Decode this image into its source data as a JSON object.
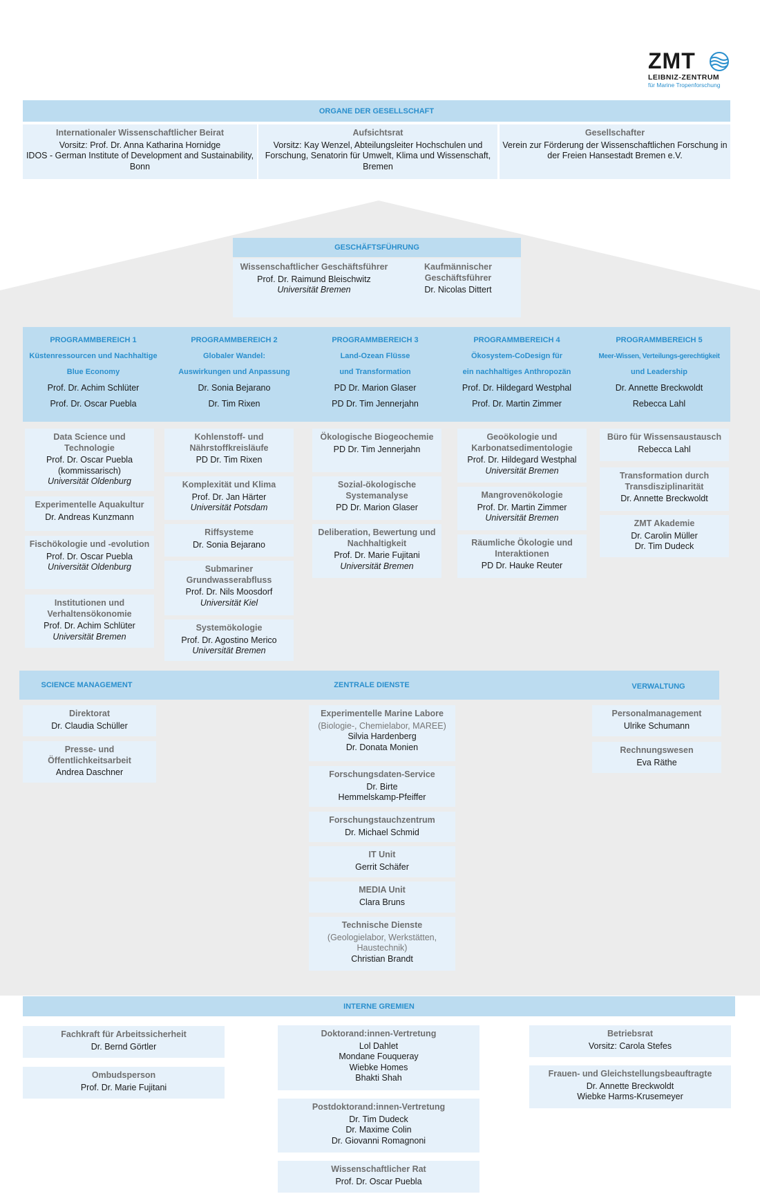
{
  "logo": {
    "abbr": "ZMT",
    "line1": "LEIBNIZ-ZENTRUM",
    "line2": "für Marine Tropenforschung"
  },
  "organe": {
    "header": "ORGANE DER GESELLSCHAFT",
    "boxes": [
      {
        "title": "Internationaler Wissenschaftlicher Beirat",
        "lines": [
          "Vorsitz: Prof. Dr. Anna Katharina Hornidge",
          "IDOS - German Institute of Development and Sustainability, Bonn"
        ]
      },
      {
        "title": "Aufsichtsrat",
        "lines": [
          "Vorsitz: Kay Wenzel, Abteilungsleiter Hochschulen und Forschung, Senatorin für Umwelt, Klima und Wissenschaft, Bremen"
        ]
      },
      {
        "title": "Gesellschafter",
        "lines": [
          "Verein zur Förderung der Wissenschaftlichen Forschung in der Freien Hansestadt Bremen e.V."
        ]
      }
    ]
  },
  "gf": {
    "header": "GESCHÄFTSFÜHRUNG",
    "left": {
      "title": "Wissenschaftlicher Geschäftsführer",
      "name": "Prof. Dr. Raimund Bleischwitz",
      "org": "Universität Bremen"
    },
    "right": {
      "title": "Kaufmännischer Geschäftsführer",
      "name": "Dr. Nicolas Dittert"
    }
  },
  "programs": [
    {
      "label": "PROGRAMMBEREICH 1",
      "t1": "Küstenressourcen und Nachhaltige",
      "t2": "Blue Economy",
      "n1": "Prof. Dr. Achim Schlüter",
      "n2": "Prof. Dr. Oscar Puebla"
    },
    {
      "label": "PROGRAMMBEREICH 2",
      "t1": "Globaler Wandel:",
      "t2": "Auswirkungen und Anpassung",
      "n1": "Dr. Sonia Bejarano",
      "n2": "Dr. Tim Rixen"
    },
    {
      "label": "PROGRAMMBEREICH 3",
      "t1": "Land-Ozean Flüsse",
      "t2": "und Transformation",
      "n1": "PD Dr. Marion Glaser",
      "n2": "PD Dr. Tim Jennerjahn"
    },
    {
      "label": "PROGRAMMBEREICH 4",
      "t1": "Ökosystem-CoDesign für",
      "t2": "ein nachhaltiges Anthropozän",
      "n1": "Prof. Dr. Hildegard Westphal",
      "n2": "Prof. Dr. Martin Zimmer"
    },
    {
      "label": "PROGRAMMBEREICH 5",
      "t1": "Meer-Wissen, Verteilungs-gerechtigkeit",
      "t2": "und Leadership",
      "n1": "Dr. Annette Breckwoldt",
      "n2": "Rebecca Lahl"
    }
  ],
  "groups": {
    "c1": [
      {
        "title": "Data Science und Technologie",
        "lines": [
          "Prof. Dr. Oscar Puebla",
          "(kommissarisch)"
        ],
        "org": "Universität Oldenburg"
      },
      {
        "title": "Experimentelle Aquakultur",
        "lines": [
          "Dr. Andreas Kunzmann"
        ]
      },
      {
        "title": "Fischökologie und -evolution",
        "lines": [
          "Prof. Dr. Oscar Puebla"
        ],
        "org": "Universität Oldenburg"
      },
      {
        "title": "Institutionen und Verhaltensökonomie",
        "lines": [
          "Prof. Dr. Achim Schlüter"
        ],
        "org": "Universität Bremen"
      }
    ],
    "c2": [
      {
        "title": "Kohlenstoff- und Nährstoffkreisläufe",
        "lines": [
          "PD Dr. Tim Rixen"
        ]
      },
      {
        "title": "Komplexität und Klima",
        "lines": [
          "Prof. Dr. Jan Härter"
        ],
        "org": "Universität Potsdam"
      },
      {
        "title": "Riffsysteme",
        "lines": [
          "Dr. Sonia Bejarano"
        ]
      },
      {
        "title": "Submariner Grundwasserabfluss",
        "lines": [
          "Prof. Dr. Nils Moosdorf"
        ],
        "org": "Universität Kiel"
      },
      {
        "title": "Systemökologie",
        "lines": [
          "Prof. Dr. Agostino Merico"
        ],
        "org": "Universität Bremen"
      }
    ],
    "c3": [
      {
        "title": "Ökologische Biogeochemie",
        "lines": [
          "PD Dr. Tim Jennerjahn"
        ]
      },
      {
        "title": "Sozial-ökologische Systemanalyse",
        "lines": [
          "PD Dr. Marion Glaser"
        ]
      },
      {
        "title": "Deliberation, Bewertung und Nachhaltigkeit",
        "lines": [
          "Prof. Dr. Marie Fujitani"
        ],
        "org": "Universität Bremen"
      }
    ],
    "c4": [
      {
        "title": "Geoökologie und Karbonatsedimentologie",
        "lines": [
          "Prof. Dr. Hildegard Westphal"
        ],
        "org": "Universität Bremen"
      },
      {
        "title": "Mangrovenökologie",
        "lines": [
          "Prof. Dr. Martin Zimmer"
        ],
        "org": "Universität Bremen"
      },
      {
        "title": "Räumliche Ökologie und Interaktionen",
        "lines": [
          "PD Dr. Hauke Reuter"
        ]
      }
    ],
    "c5": [
      {
        "title": "Büro für Wissensaustausch",
        "lines": [
          "Rebecca Lahl"
        ]
      },
      {
        "title": "Transformation durch Transdisziplinarität",
        "lines": [
          "Dr. Annette Breckwoldt"
        ]
      },
      {
        "title": "ZMT Akademie",
        "lines": [
          "Dr. Carolin Müller",
          "Dr. Tim Dudeck"
        ]
      }
    ]
  },
  "services": {
    "h_left": "SCIENCE MANAGEMENT",
    "h_mid": "ZENTRALE DIENSTE",
    "h_right": "VERWALTUNG",
    "left": [
      {
        "title": "Direktorat",
        "lines": [
          "Dr. Claudia Schüller"
        ]
      },
      {
        "title": "Presse- und Öffentlichkeitsarbeit",
        "lines": [
          "Andrea Daschner"
        ]
      }
    ],
    "mid": [
      {
        "title": "Experimentelle Marine Labore",
        "sub": "(Biologie-, Chemielabor, MAREE)",
        "lines": [
          "Silvia Hardenberg",
          "Dr. Donata Monien"
        ]
      },
      {
        "title": "Forschungsdaten-Service",
        "lines": [
          "Dr. Birte",
          "Hemmelskamp-Pfeiffer"
        ]
      },
      {
        "title": "Forschungstauchzentrum",
        "lines": [
          "Dr. Michael Schmid"
        ]
      },
      {
        "title": "IT Unit",
        "lines": [
          "Gerrit Schäfer"
        ]
      },
      {
        "title": "MEDIA Unit",
        "lines": [
          "Clara Bruns"
        ]
      },
      {
        "title": "Technische Dienste",
        "sub": "(Geologielabor, Werkstätten, Haustechnik)",
        "lines": [
          "Christian Brandt"
        ]
      }
    ],
    "right": [
      {
        "title": "Personalmanagement",
        "lines": [
          "Ulrike Schumann"
        ]
      },
      {
        "title": "Rechnungswesen",
        "lines": [
          "Eva Räthe"
        ]
      }
    ]
  },
  "gremien": {
    "header": "INTERNE GREMIEN",
    "left": [
      {
        "title": "Fachkraft für Arbeitssicherheit",
        "lines": [
          "Dr. Bernd Görtler"
        ]
      },
      {
        "title": "Ombudsperson",
        "lines": [
          "Prof. Dr. Marie Fujitani"
        ]
      }
    ],
    "mid": [
      {
        "title": "Doktorand:innen-Vertretung",
        "lines": [
          "Lol Dahlet",
          "Mondane Fouqueray",
          "Wiebke Homes",
          "Bhakti Shah"
        ]
      },
      {
        "title": "Postdoktorand:innen-Vertretung",
        "lines": [
          "Dr. Tim Dudeck",
          "Dr. Maxime Colin",
          "Dr. Giovanni Romagnoni"
        ]
      },
      {
        "title": "Wissenschaftlicher Rat",
        "lines": [
          "Prof. Dr. Oscar Puebla"
        ]
      }
    ],
    "right": [
      {
        "title": "Betriebsrat",
        "lines": [
          "Vorsitz: Carola Stefes"
        ]
      },
      {
        "title": "Frauen- und Gleichstellungsbeauftragte",
        "lines": [
          "Dr. Annette Breckwoldt",
          "Wiebke Harms-Krusemeyer"
        ]
      }
    ]
  }
}
